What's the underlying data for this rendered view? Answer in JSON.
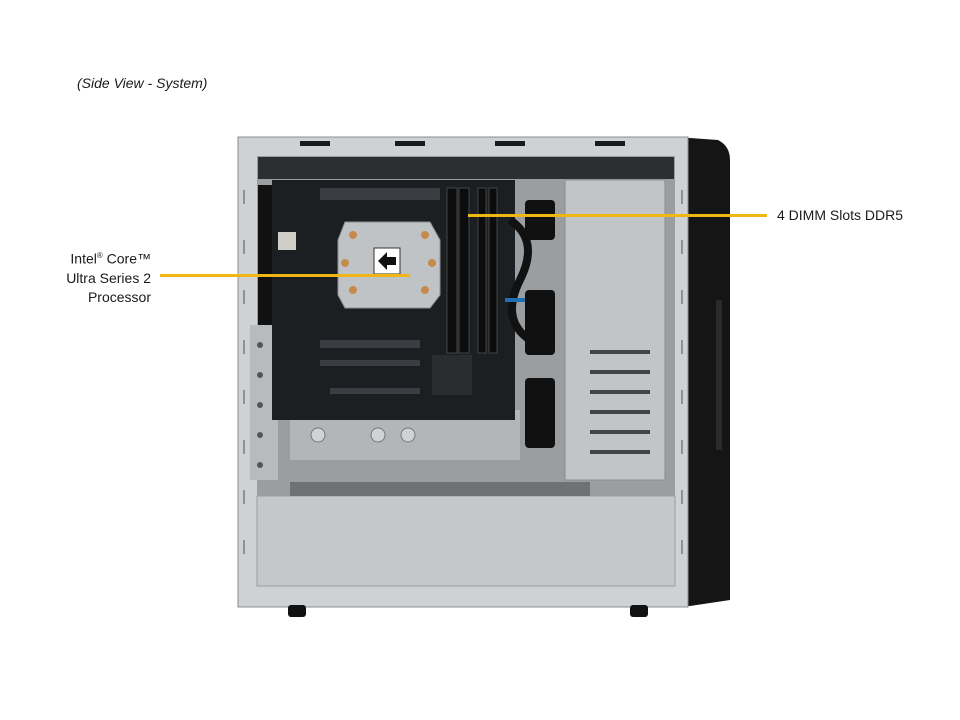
{
  "caption": "(Side View - System)",
  "callouts": {
    "processor": {
      "line1": "Intel",
      "reg": "®",
      "line1b": " Core™",
      "line2": "Ultra Series 2",
      "line3": "Processor"
    },
    "dimm": {
      "text": "4 DIMM Slots DDR5"
    }
  },
  "colors": {
    "callout_line": "#f0b614",
    "chassis": "#c9ccce",
    "board": "#1c1f22",
    "front_panel": "#111111"
  }
}
